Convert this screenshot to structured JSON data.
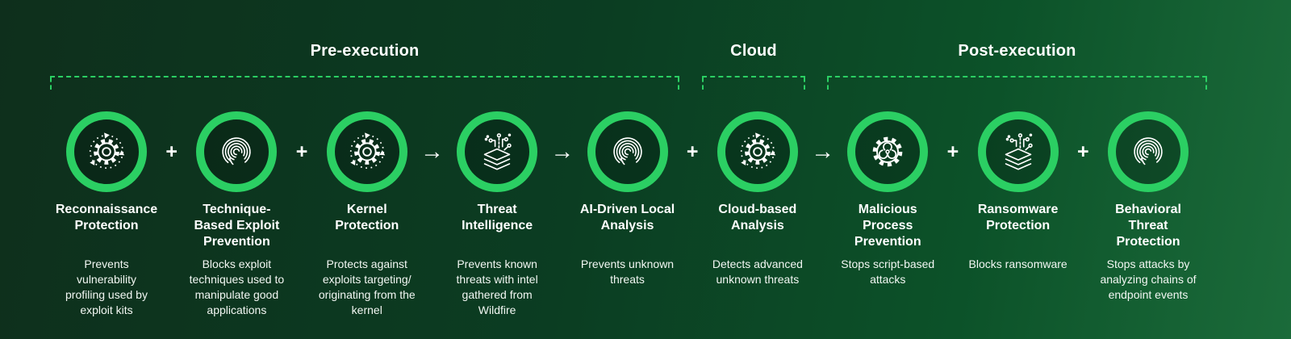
{
  "colors": {
    "accent_green": "#2BCF63",
    "background_dark": "#0B3D22",
    "background_light": "#1B6B3A",
    "text": "#FFFFFF"
  },
  "phases": [
    {
      "label": "Pre-execution"
    },
    {
      "label": "Cloud"
    },
    {
      "label": "Post-execution"
    }
  ],
  "steps": [
    {
      "icon": "gear-cycle",
      "title": "Reconnaissance\nProtection",
      "description": "Prevents\nvulnerability\nprofiling used by\nexploit kits"
    },
    {
      "icon": "fingerprint",
      "title": "Technique-\nBased Exploit\nPrevention",
      "description": "Blocks exploit\ntechniques used to\nmanipulate good\napplications"
    },
    {
      "icon": "gear-cycle",
      "title": "Kernel\nProtection",
      "description": "Protects against\nexploits targeting/\noriginating from the\nkernel"
    },
    {
      "icon": "layers-circuit",
      "title": "Threat\nIntelligence",
      "description": "Prevents known\nthreats with intel\ngathered from\nWildfire"
    },
    {
      "icon": "fingerprint",
      "title": "AI-Driven Local\nAnalysis",
      "description": "Prevents unknown\nthreats"
    },
    {
      "icon": "gear-cycle",
      "title": "Cloud-based\nAnalysis",
      "description": "Detects advanced\nunknown threats"
    },
    {
      "icon": "biohazard-gear",
      "title": "Malicious\nProcess\nPrevention",
      "description": "Stops script-based\nattacks"
    },
    {
      "icon": "layers-circuit",
      "title": "Ransomware\nProtection",
      "description": "Blocks ransomware"
    },
    {
      "icon": "fingerprint",
      "title": "Behavioral\nThreat\nProtection",
      "description": "Stops attacks by\nanalyzing chains of\nendpoint events"
    }
  ],
  "separators": [
    {
      "type": "plus",
      "glyph": "+"
    },
    {
      "type": "plus",
      "glyph": "+"
    },
    {
      "type": "arrow",
      "glyph": "→"
    },
    {
      "type": "arrow",
      "glyph": "→"
    },
    {
      "type": "plus",
      "glyph": "+"
    },
    {
      "type": "arrow",
      "glyph": "→"
    },
    {
      "type": "plus",
      "glyph": "+"
    },
    {
      "type": "plus",
      "glyph": "+"
    }
  ]
}
